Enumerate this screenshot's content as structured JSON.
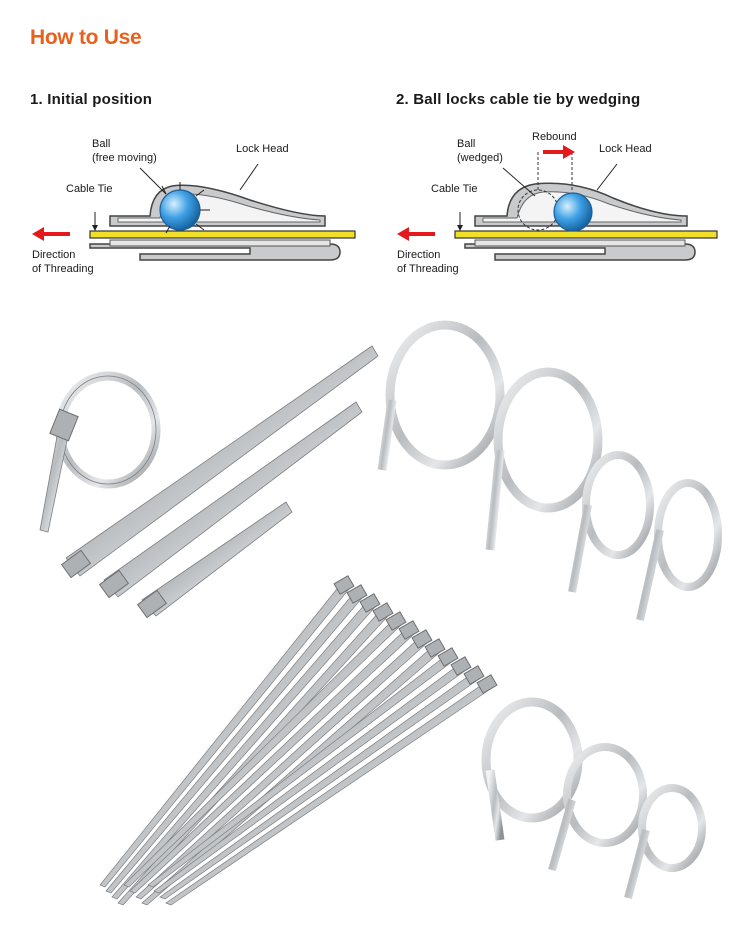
{
  "title": "How to Use",
  "colors": {
    "title": "#e8601c",
    "arrow": "#e3191b",
    "cable_tie": "#f2df27",
    "ball": "#2f8fd6",
    "steel": "#c8cacc",
    "outline": "#444444"
  },
  "steps": [
    {
      "title": "1. Initial position",
      "labels": {
        "ball_line1": "Ball",
        "ball_line2": "(free moving)",
        "lock_head": "Lock Head",
        "cable_tie": "Cable Tie",
        "direction_line1": "Direction",
        "direction_line2": "of Threading"
      }
    },
    {
      "title": "2. Ball locks cable tie by wedging",
      "labels": {
        "rebound": "Rebound",
        "ball_line1": "Ball",
        "ball_line2": "(wedged)",
        "lock_head": "Lock Head",
        "cable_tie": "Cable Tie",
        "direction_line1": "Direction",
        "direction_line2": "of Threading"
      }
    }
  ],
  "photos": {
    "groups": [
      "single-looped-tie",
      "three-straight-ties",
      "four-looped-ties",
      "bundle-of-ties",
      "three-small-looped-ties"
    ]
  }
}
